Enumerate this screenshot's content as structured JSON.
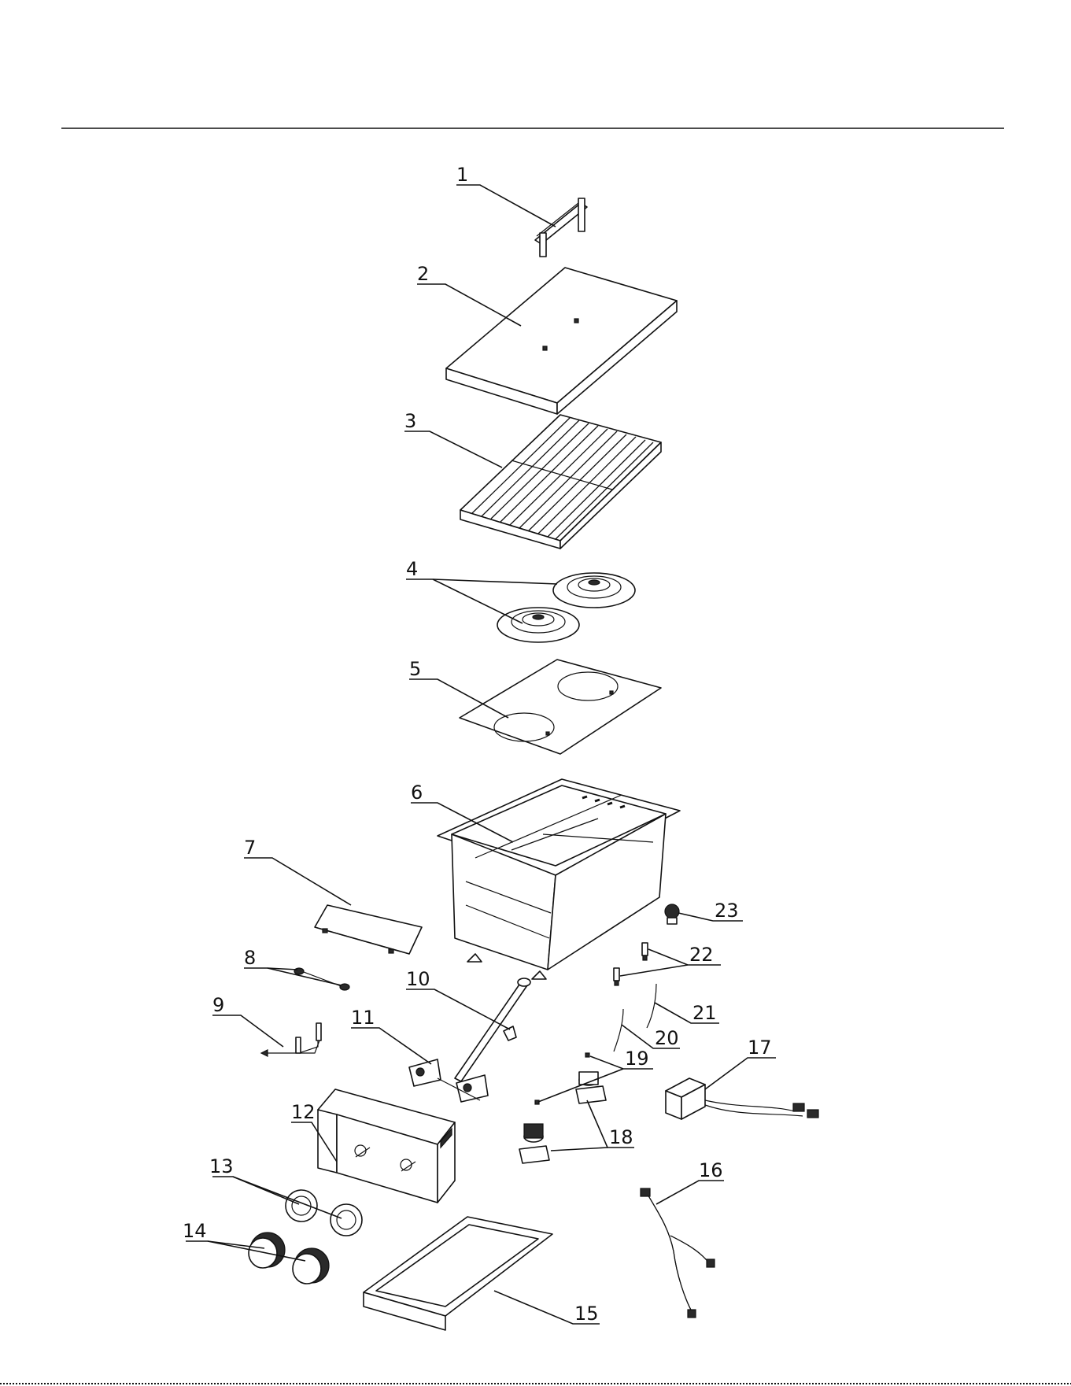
{
  "callouts": [
    {
      "num": "1"
    },
    {
      "num": "2"
    },
    {
      "num": "3"
    },
    {
      "num": "4"
    },
    {
      "num": "5"
    },
    {
      "num": "6"
    },
    {
      "num": "7"
    },
    {
      "num": "8"
    },
    {
      "num": "9"
    },
    {
      "num": "10"
    },
    {
      "num": "11"
    },
    {
      "num": "12"
    },
    {
      "num": "13"
    },
    {
      "num": "14"
    },
    {
      "num": "15"
    },
    {
      "num": "16"
    },
    {
      "num": "17"
    },
    {
      "num": "18"
    },
    {
      "num": "19"
    },
    {
      "num": "20"
    },
    {
      "num": "21"
    },
    {
      "num": "22"
    },
    {
      "num": "23"
    }
  ],
  "colors": {
    "line": "#111111",
    "background": "#ffffff"
  }
}
